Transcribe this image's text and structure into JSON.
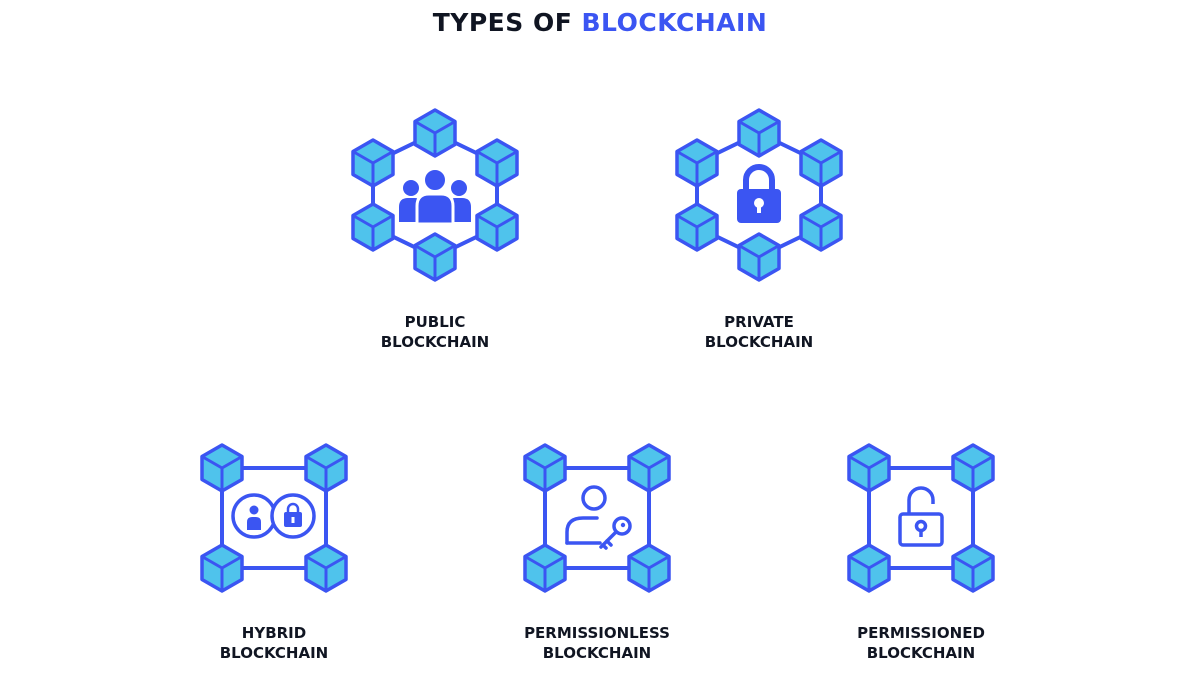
{
  "title": {
    "part1": "TYPES OF ",
    "part2": "BLOCKCHAIN"
  },
  "colors": {
    "accent": "#3b55f2",
    "cube_fill": "#4fc3ec",
    "text": "#101522"
  },
  "types": [
    {
      "id": "public",
      "line1": "PUBLIC",
      "line2": "BLOCKCHAIN",
      "network": "hexagon",
      "icon": "users-icon"
    },
    {
      "id": "private",
      "line1": "PRIVATE",
      "line2": "BLOCKCHAIN",
      "network": "hexagon",
      "icon": "lock-icon"
    },
    {
      "id": "hybrid",
      "line1": "HYBRID",
      "line2": "BLOCKCHAIN",
      "network": "square",
      "icon": "user-and-lock-icon"
    },
    {
      "id": "permissionless",
      "line1": "PERMISSIONLESS",
      "line2": "BLOCKCHAIN",
      "network": "square",
      "icon": "user-key-icon"
    },
    {
      "id": "permissioned",
      "line1": "PERMISSIONED",
      "line2": "BLOCKCHAIN",
      "network": "square",
      "icon": "open-lock-icon"
    }
  ]
}
